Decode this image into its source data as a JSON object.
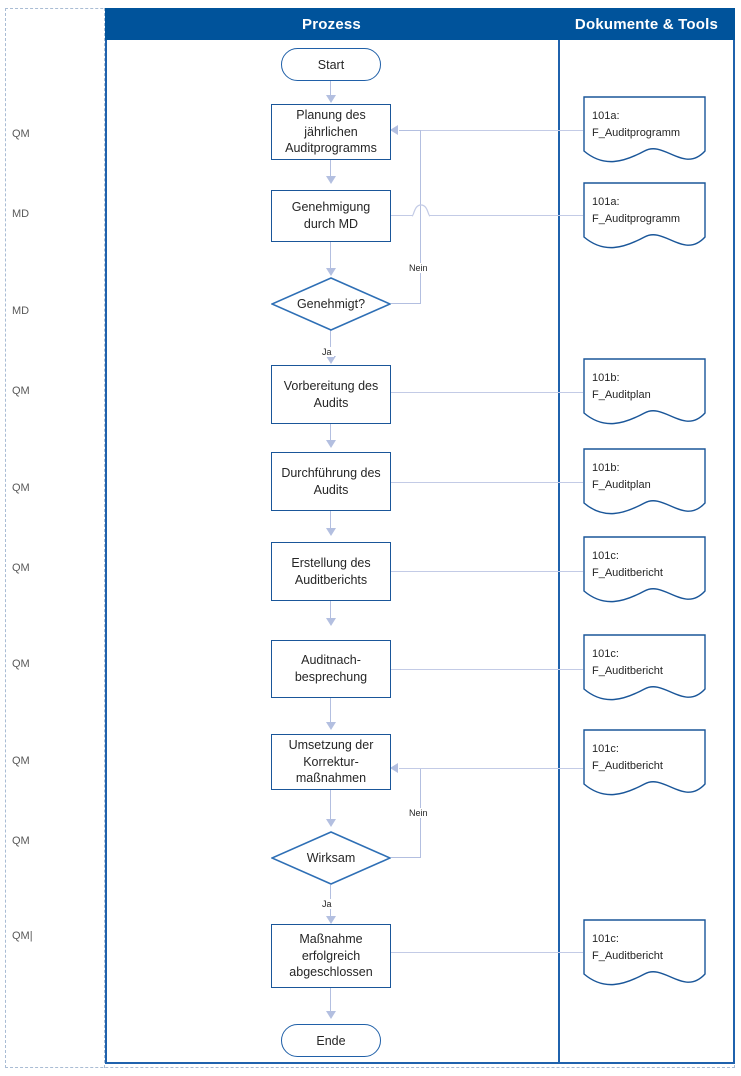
{
  "header": {
    "columns": [
      {
        "label": "Prozess"
      },
      {
        "label": "Dokumente & Tools"
      }
    ],
    "bar_color": "#00539B"
  },
  "lanes": [
    {
      "label": "QM"
    },
    {
      "label": "MD"
    },
    {
      "label": "MD"
    },
    {
      "label": "QM"
    },
    {
      "label": "QM"
    },
    {
      "label": "QM"
    },
    {
      "label": "QM"
    },
    {
      "label": "QM"
    },
    {
      "label": "QM"
    },
    {
      "label": "QM|"
    }
  ],
  "flow": {
    "start": {
      "label": "Start"
    },
    "end": {
      "label": "Ende"
    },
    "nodes": [
      {
        "id": "plan",
        "label": "Planung des\njährlichen\nAuditprogramms",
        "type": "process"
      },
      {
        "id": "approve",
        "label": "Genehmigung\ndurch MD",
        "type": "process"
      },
      {
        "id": "decision1",
        "label": "Genehmigt?",
        "type": "decision"
      },
      {
        "id": "prep",
        "label": "Vorbereitung des\nAudits",
        "type": "process"
      },
      {
        "id": "exec",
        "label": "Durchführung des\nAudits",
        "type": "process"
      },
      {
        "id": "report",
        "label": "Erstellung des\nAuditberichts",
        "type": "process"
      },
      {
        "id": "meeting",
        "label": "Auditnach-\nbesprechung",
        "type": "process"
      },
      {
        "id": "corr",
        "label": "Umsetzung der\nKorrektur-\nmaßnahmen",
        "type": "process"
      },
      {
        "id": "decision2",
        "label": "Wirksam",
        "type": "decision"
      },
      {
        "id": "done",
        "label": "Maßnahme\nerfolgreich\nabgeschlossen",
        "type": "process"
      }
    ],
    "edge_labels": {
      "nein1": "Nein",
      "ja1": "Ja",
      "nein2": "Nein",
      "ja2": "Ja"
    }
  },
  "documents": [
    {
      "code": "101a:",
      "name": "F_Auditprogramm"
    },
    {
      "code": "101a:",
      "name": "F_Auditprogramm"
    },
    {
      "code": "101b:",
      "name": "F_Auditplan"
    },
    {
      "code": "101b:",
      "name": "F_Auditplan"
    },
    {
      "code": "101c:",
      "name": "F_Auditbericht"
    },
    {
      "code": "101c:",
      "name": "F_Auditbericht"
    },
    {
      "code": "101c:",
      "name": "F_Auditbericht"
    },
    {
      "code": "101c:",
      "name": "F_Auditbericht"
    }
  ],
  "colors": {
    "header_blue": "#00539B",
    "shape_outline": "#1a5699",
    "connector": "#b3bfe0",
    "lane_border": "#a9bcd4",
    "lane_label": "#595959"
  }
}
